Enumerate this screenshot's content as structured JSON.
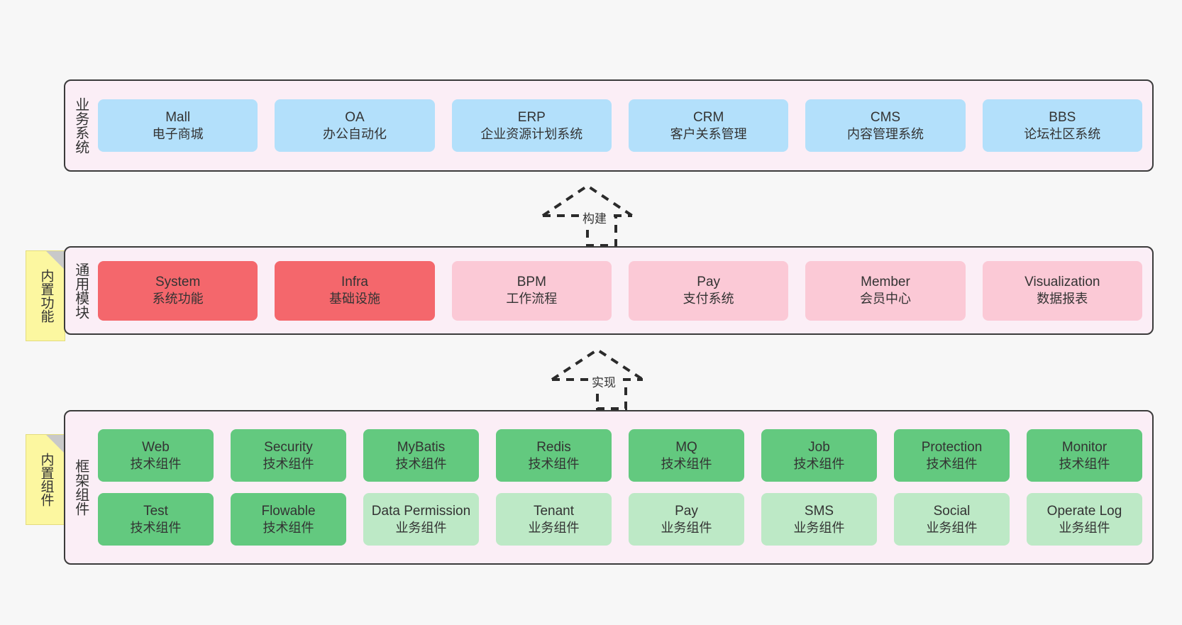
{
  "layers": [
    {
      "title": "业务系统",
      "style": "blue",
      "rows": [
        [
          {
            "name": "Mall",
            "desc": "电子商城"
          },
          {
            "name": "OA",
            "desc": "办公自动化"
          },
          {
            "name": "ERP",
            "desc": "企业资源计划系统"
          },
          {
            "name": "CRM",
            "desc": "客户关系管理"
          },
          {
            "name": "CMS",
            "desc": "内容管理系统"
          },
          {
            "name": "BBS",
            "desc": "论坛社区系统"
          }
        ]
      ]
    },
    {
      "title": "通用模块",
      "sticky": "内置功能",
      "rows": [
        [
          {
            "name": "System",
            "desc": "系统功能",
            "style": "red"
          },
          {
            "name": "Infra",
            "desc": "基础设施",
            "style": "red"
          },
          {
            "name": "BPM",
            "desc": "工作流程",
            "style": "pink"
          },
          {
            "name": "Pay",
            "desc": "支付系统",
            "style": "pink"
          },
          {
            "name": "Member",
            "desc": "会员中心",
            "style": "pink"
          },
          {
            "name": "Visualization",
            "desc": "数据报表",
            "style": "pink"
          }
        ]
      ]
    },
    {
      "title": "框架组件",
      "sticky": "内置组件",
      "rows": [
        [
          {
            "name": "Web",
            "desc": "技术组件",
            "style": "green"
          },
          {
            "name": "Security",
            "desc": "技术组件",
            "style": "green"
          },
          {
            "name": "MyBatis",
            "desc": "技术组件",
            "style": "green"
          },
          {
            "name": "Redis",
            "desc": "技术组件",
            "style": "green"
          },
          {
            "name": "MQ",
            "desc": "技术组件",
            "style": "green"
          },
          {
            "name": "Job",
            "desc": "技术组件",
            "style": "green"
          },
          {
            "name": "Protection",
            "desc": "技术组件",
            "style": "green"
          },
          {
            "name": "Monitor",
            "desc": "技术组件",
            "style": "green"
          }
        ],
        [
          {
            "name": "Test",
            "desc": "技术组件",
            "style": "green"
          },
          {
            "name": "Flowable",
            "desc": "技术组件",
            "style": "green"
          },
          {
            "name": "Data Permission",
            "desc": "业务组件",
            "style": "lgreen"
          },
          {
            "name": "Tenant",
            "desc": "业务组件",
            "style": "lgreen"
          },
          {
            "name": "Pay",
            "desc": "业务组件",
            "style": "lgreen"
          },
          {
            "name": "SMS",
            "desc": "业务组件",
            "style": "lgreen"
          },
          {
            "name": "Social",
            "desc": "业务组件",
            "style": "lgreen"
          },
          {
            "name": "Operate Log",
            "desc": "业务组件",
            "style": "lgreen"
          }
        ]
      ]
    }
  ],
  "connectors": [
    {
      "label": "构建"
    },
    {
      "label": "实现"
    }
  ],
  "colors": {
    "panel_bg": "#fbeef6",
    "panel_border": "#3b3b3b",
    "blue": "#b3e0fb",
    "red": "#f4676c",
    "pink": "#fbc9d6",
    "green": "#63c97f",
    "light_green": "#bde9c6",
    "sticky": "#fcf7a0",
    "canvas": "#f7f7f7"
  }
}
